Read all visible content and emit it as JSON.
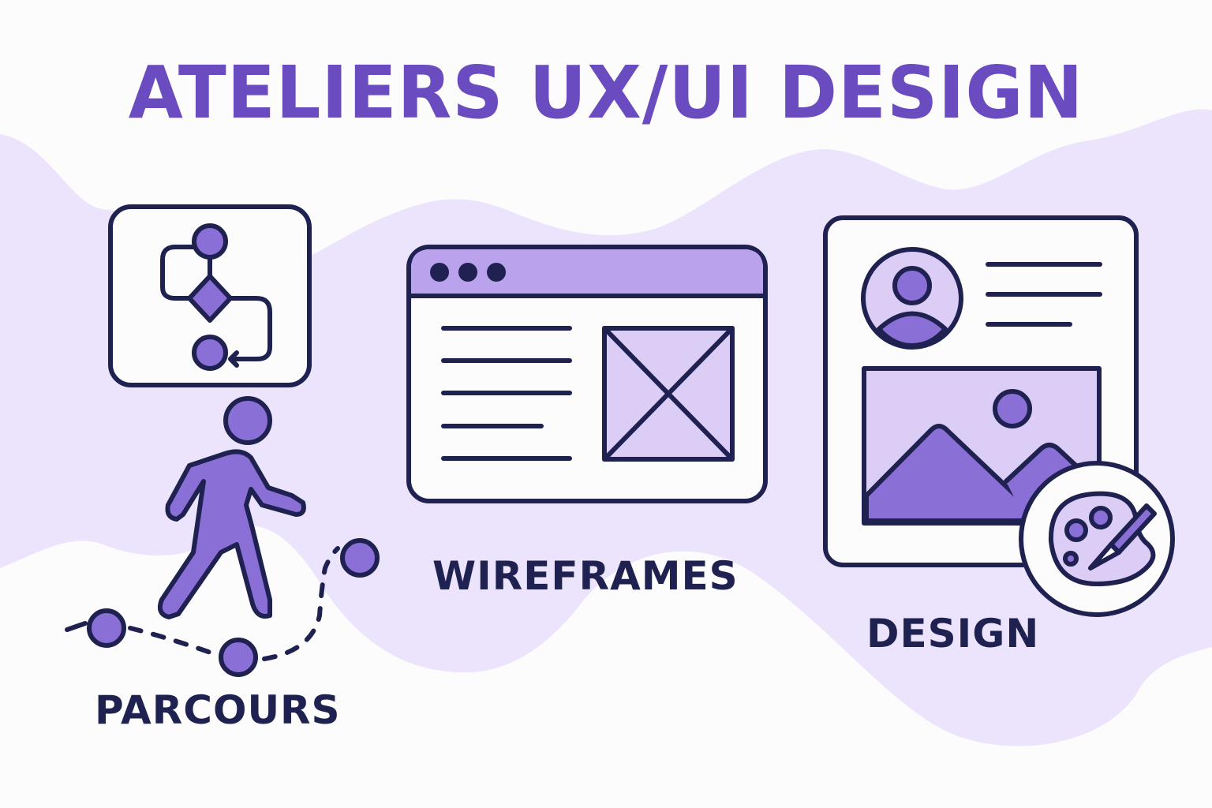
{
  "header": {
    "title": "ATELIERS UX/UI DESIGN"
  },
  "sections": [
    {
      "id": "parcours",
      "label": "PARCOURS",
      "icon": "user-journey-flowchart-icon"
    },
    {
      "id": "wireframes",
      "label": "WIREFRAMES",
      "icon": "browser-wireframe-icon"
    },
    {
      "id": "design",
      "label": "DESIGN",
      "icon": "profile-card-palette-icon"
    }
  ],
  "colors": {
    "title": "#6a4bc0",
    "label": "#1f2150",
    "outline": "#1f2150",
    "fill_primary": "#8a6fd6",
    "fill_light": "#dccdf7",
    "fill_header": "#bba2ec",
    "wave": "#ece4fc",
    "background": "#fdfcfc"
  }
}
